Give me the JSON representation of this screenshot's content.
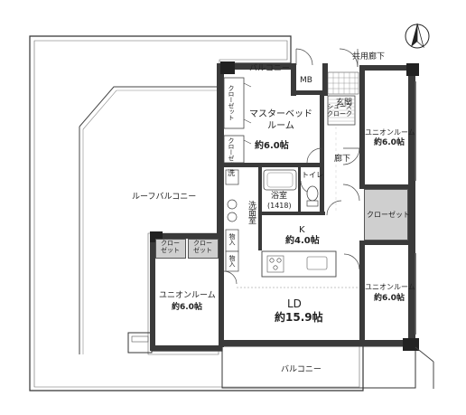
{
  "rooms": {
    "roof_balcony": "ルーフバルコニー",
    "balcony_top": "バルコニー",
    "balcony_bottom": "バルコニー",
    "common_corridor": "共用廊下",
    "mb": "MB",
    "shoes_closet": "シューズ\nクローク",
    "entrance": "玄関",
    "master_bedroom_name": "マスターベッド\nルーム",
    "master_bedroom_size": "約6.0帖",
    "closet_v1": "クローゼット",
    "closet_v2": "クローゼット",
    "hallway": "廊下",
    "union_room_1_name": "ユニオンルーム",
    "union_room_1_size": "約6.0帖",
    "washroom_short": "洗",
    "washroom": "洗面室",
    "bathroom_name": "浴室",
    "bathroom_size": "(1418)",
    "toilet": "トイレ",
    "closet_right": "クローゼット",
    "kitchen_name": "K",
    "kitchen_size": "約4.0帖",
    "closet_small_1": "クロー\nゼット",
    "closet_small_2": "クロー\nゼット",
    "storage_1": "物入",
    "storage_2": "物入",
    "union_room_left_name": "ユニオンルーム",
    "union_room_left_size": "約6.0帖",
    "living_dining_name": "LD",
    "living_dining_size": "約15.9帖",
    "union_room_3_name": "ユニオンルーム",
    "union_room_3_size": "約6.0帖"
  },
  "compass": {
    "icon": "north-arrow-icon"
  }
}
